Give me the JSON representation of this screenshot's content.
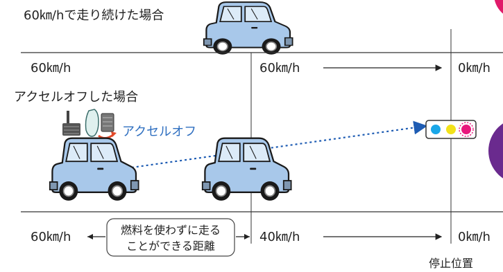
{
  "scenario1": {
    "title": "60㎞/hで走り続けた場合",
    "speed_start": "60㎞/h",
    "speed_mid": "60㎞/h",
    "speed_end": "0㎞/h"
  },
  "scenario2": {
    "title": "アクセルオフした場合",
    "pedal_label": "アクセルオフ",
    "speed_start": "60㎞/h",
    "speed_mid": "40㎞/h",
    "speed_end": "0㎞/h",
    "coast_label_line1": "燃料を使わずに走る",
    "coast_label_line2": "ことができる距離"
  },
  "stop_position_label": "停止位置",
  "colors": {
    "car_body": "#a8c8ea",
    "car_outline": "#1a1a1a",
    "tire": "#333333",
    "dotted_arrow": "#1e5cb3",
    "pedal_label": "#2f6fc0",
    "signal_blue": "#1aa7e8",
    "signal_yellow": "#f2e21a",
    "signal_red": "#e8177d",
    "accent_purple": "#6a2a8e",
    "accent_pink": "#e01a6a"
  },
  "icons": {
    "car": "car-icon",
    "pedal": "accelerator-pedal-icon",
    "foot": "foot-icon",
    "signal": "traffic-signal-icon"
  }
}
